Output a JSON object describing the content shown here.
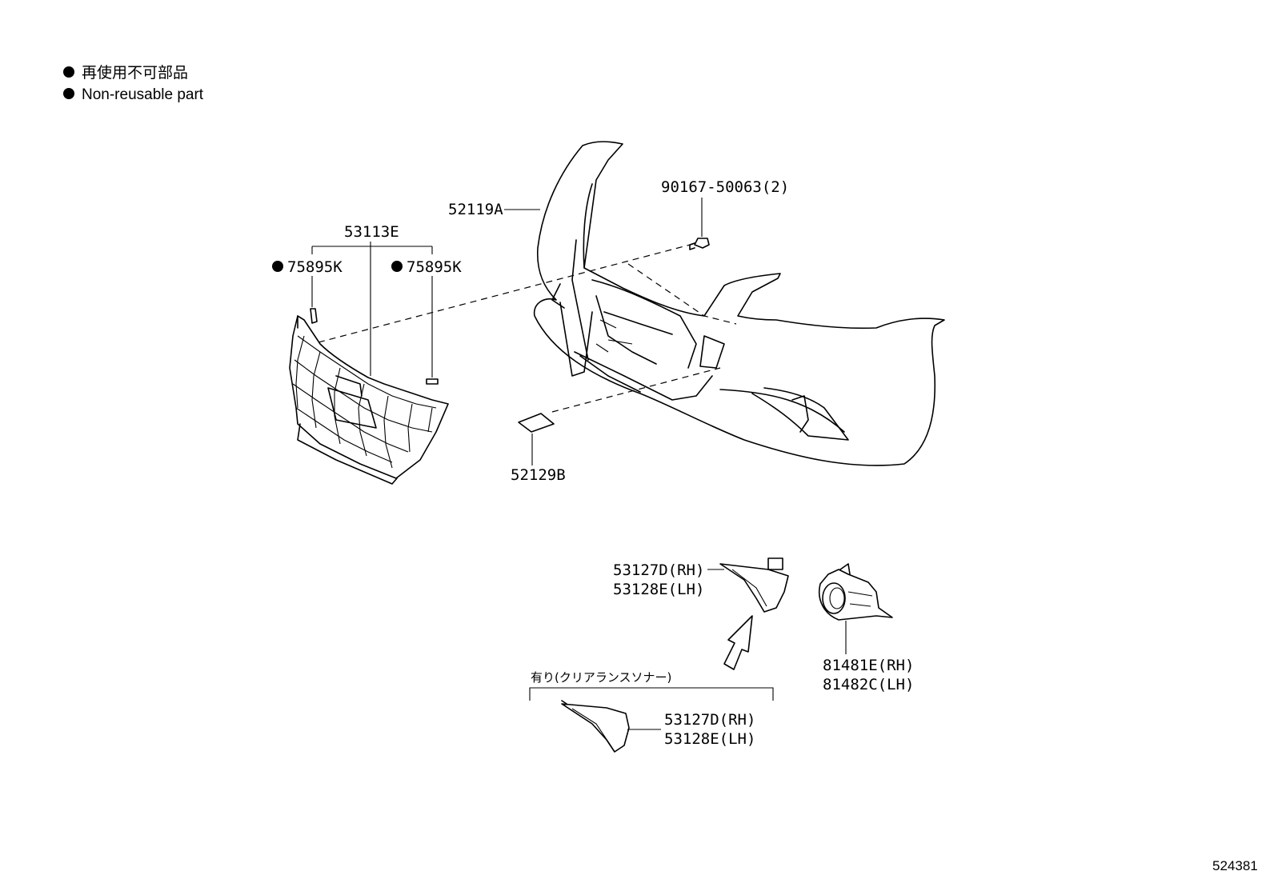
{
  "legend": {
    "line_ja": "再使用不可部品",
    "line_en": "Non-reusable part"
  },
  "labels": {
    "bumper_cover": "52119A",
    "bolt": "90167-50063(2)",
    "grille": "53113E",
    "clip_left": "75895K",
    "clip_right": "75895K",
    "hook_cover": "52129B",
    "garnish_rh": "53127D(RH)",
    "garnish_lh": "53128E(LH)",
    "fog_cover_rh": "81481E(RH)",
    "fog_cover_lh": "81482C(LH)",
    "condition": "有り(クリアランスソナー)",
    "garnish_sonar_rh": "53127D(RH)",
    "garnish_sonar_lh": "53128E(LH)"
  },
  "diagram_number": "524381"
}
